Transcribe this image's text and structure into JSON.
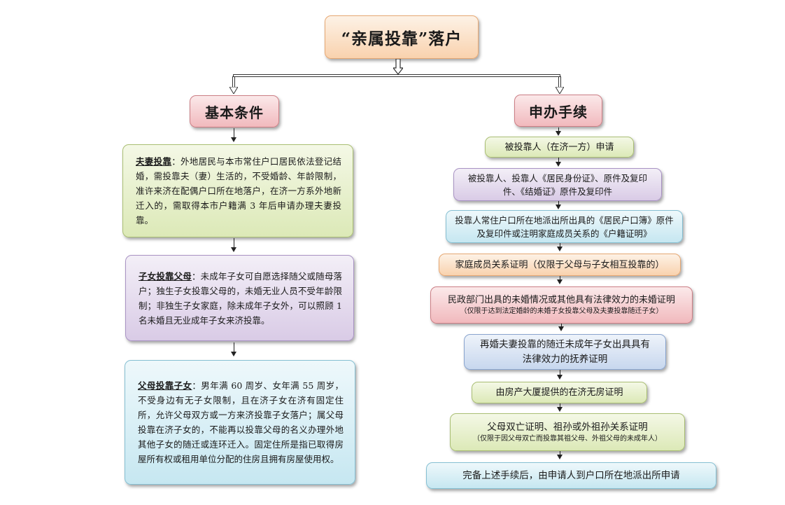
{
  "title": "“亲属投靠”落户",
  "left": {
    "heading": "基本条件",
    "conditions": [
      {
        "term": "夫妻投靠",
        "body": "：外地居民与本市常住户口居民依法登记结婚，需投靠夫（妻）生活的，不受婚龄、年龄限制，准许来济在配偶户口所在地落户，在济一方系外地新迁入的，需取得本市户籍满 3 年后申请办理夫妻投靠。"
      },
      {
        "term": "子女投靠父母",
        "body": "：未成年子女可自愿选择随父或随母落户；独生子女投靠父母的，未婚无业人员不受年龄限制；非独生子女家庭，除未成年子女外，可以照顾 1 名未婚且无业成年子女来济投靠。"
      },
      {
        "term": "父母投靠子女",
        "body": "：男年满 60 周岁、女年满 55 周岁，不受身边有无子女限制，且在济子女在济有固定住所，允许父母双方或一方来济投靠子女落户；属父母投靠在济子女的，不能再以投靠父母的名义办理外地其他子女的随迁或连环迁入。固定住所是指已取得房屋所有权或租用单位分配的住房且拥有房屋使用权。"
      }
    ]
  },
  "right": {
    "heading": "申办手续",
    "steps": [
      {
        "main": "被投靠人（在济一方）申请"
      },
      {
        "main": "被投靠人、投靠人《居民身份证》、原件及复印件、《结婚证》原件及复印件"
      },
      {
        "main": "投靠人常住户口所在地派出所出具的《居民户口簿》原件及复印件或注明家庭成员关系的《户籍证明》"
      },
      {
        "main": "家庭成员关系证明（仅限于父母与子女相互投靠的）"
      },
      {
        "main": "民政部门出具的未婚情况或其他具有法律效力的未婚证明",
        "note": "（仅限于达到法定婚龄的未婚子女投靠父母及夫妻投靠随迁子女）"
      },
      {
        "main": "再婚夫妻投靠的随迁未成年子女出具具有法律效力的抚养证明"
      },
      {
        "main": "由房产大厦提供的在济无房证明"
      },
      {
        "main": "父母双亡证明、祖孙或外祖孙关系证明",
        "note": "（仅限于因父母双亡而投靠其祖父母、外祖父母的未成年人）"
      },
      {
        "main": "完备上述手续后，由申请人到户口所在地派出所申请"
      }
    ]
  }
}
